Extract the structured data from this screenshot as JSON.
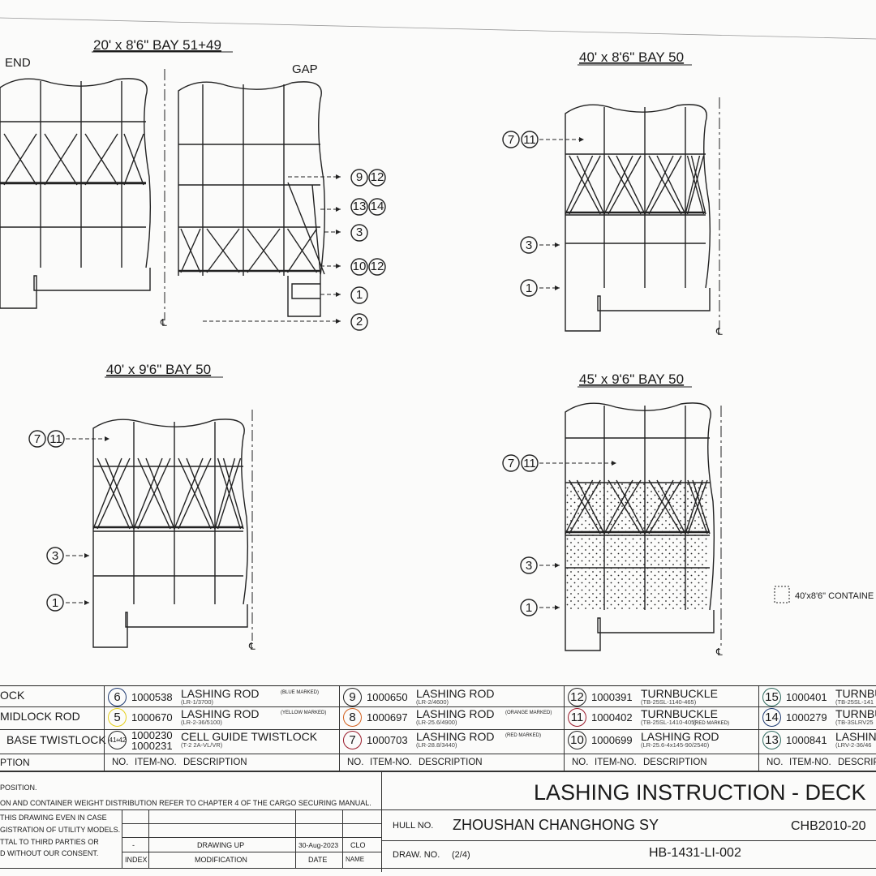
{
  "views": [
    {
      "title": "20' x 8'6\" BAY 51+49",
      "labels": {
        "end": "END",
        "gap": "GAP"
      },
      "callouts": [
        "9",
        "12",
        "13",
        "14",
        "3",
        "10",
        "12",
        "1",
        "2"
      ]
    },
    {
      "title": "40' x 8'6\" BAY 50",
      "callouts": [
        "7",
        "11",
        "3",
        "1"
      ]
    },
    {
      "title": "40' x 9'6\" BAY 50",
      "callouts": [
        "7",
        "11",
        "3",
        "1"
      ]
    },
    {
      "title": "45' x 9'6\" BAY 50",
      "callouts": [
        "7",
        "11",
        "3",
        "1"
      ]
    }
  ],
  "centerline_symbol": "℄",
  "legend": {
    "label": "40'x8'6\" CONTAINE"
  },
  "parts": {
    "col1": [
      "OCK",
      "MIDLOCK ROD",
      "BASE TWISTLOCK",
      "PTION"
    ],
    "col2": [
      {
        "no": "6",
        "item": "1000538",
        "desc": "LASHING ROD",
        "sub": "(LR-1/3700)",
        "mark": "(BLUE MARKED)",
        "color": "#1f3b73"
      },
      {
        "no": "5",
        "item": "1000670",
        "desc": "LASHING ROD",
        "sub": "(LR-2-36/5100)",
        "mark": "(YELLOW MARKED)",
        "color": "#e5cf1a"
      },
      {
        "no": "4.1+4.2",
        "item": "1000230",
        "item2": "1000231",
        "desc": "CELL GUIDE TWISTLOCK",
        "sub": "(T-2 2A-VL/VR)",
        "mark": "",
        "color": "#222222"
      }
    ],
    "col3": [
      {
        "no": "9",
        "item": "1000650",
        "desc": "LASHING ROD",
        "sub": "(LR-2/4600)",
        "mark": "",
        "color": "#222222"
      },
      {
        "no": "8",
        "item": "1000697",
        "desc": "LASHING ROD",
        "sub": "(LR-25.6/4900)",
        "mark": "(ORANGE MARKED)",
        "color": "#d2601f"
      },
      {
        "no": "7",
        "item": "1000703",
        "desc": "LASHING ROD",
        "sub": "(LR-28.8/3440)",
        "mark": "(RED MARKED)",
        "color": "#9a1b2b"
      }
    ],
    "col4": [
      {
        "no": "12",
        "item": "1000391",
        "desc": "TURNBUCKLE",
        "sub": "(TB-25SL-1140-465)",
        "mark": "",
        "color": "#222222"
      },
      {
        "no": "11",
        "item": "1000402",
        "desc": "TURNBUCKLE",
        "sub": "(TB-25SL-1410-405)",
        "mark": "(RED MARKED)",
        "color": "#9a1b2b"
      },
      {
        "no": "10",
        "item": "1000699",
        "desc": "LASHING ROD",
        "sub": "(LR-25.6-4x145-90/2540)",
        "mark": "",
        "color": "#222222"
      }
    ],
    "col5": [
      {
        "no": "15",
        "item": "1000401",
        "desc": "TURNBU",
        "sub": "(TB-25SL-141",
        "mark": "",
        "color": "#2f6b60"
      },
      {
        "no": "14",
        "item": "1000279",
        "desc": "TURNBU",
        "sub": "(TB-3SLRV25",
        "mark": "",
        "color": "#1f3b73"
      },
      {
        "no": "13",
        "item": "1000841",
        "desc": "LASHING",
        "sub": "(LRV-2-36/46",
        "mark": "",
        "color": "#2f6b60"
      }
    ],
    "headers": {
      "no": "NO.",
      "item": "ITEM-NO.",
      "desc": "DESCRIPTION",
      "desc_cut": "DESCRIP"
    }
  },
  "notes": {
    "line1": "POSITION.",
    "line2": "ON AND CONTAINER WEIGHT DISTRIBUTION REFER TO CHAPTER 4 OF THE CARGO SECURING MANUAL.",
    "copyright": [
      "THIS DRAWING EVEN IN CASE",
      "GISTRATION OF UTILITY MODELS.",
      "TTAL TO THIRD PARTIES OR",
      "D WITHOUT OUR CONSENT."
    ]
  },
  "revisions": {
    "row": {
      "index": "-",
      "modification": "DRAWING UP",
      "date": "30-Aug-2023",
      "name": "CLO"
    },
    "headers": {
      "index": "INDEX",
      "modification": "MODIFICATION",
      "date": "DATE",
      "name": "NAME"
    }
  },
  "title_block": {
    "title": "LASHING INSTRUCTION - DECK",
    "hull_label": "HULL NO.",
    "hull_value": "ZHOUSHAN CHANGHONG SY",
    "hull_code": "CHB2010-20",
    "draw_label": "DRAW. NO.",
    "draw_sheet": "(2/4)",
    "draw_no": "HB-1431-LI-002"
  }
}
